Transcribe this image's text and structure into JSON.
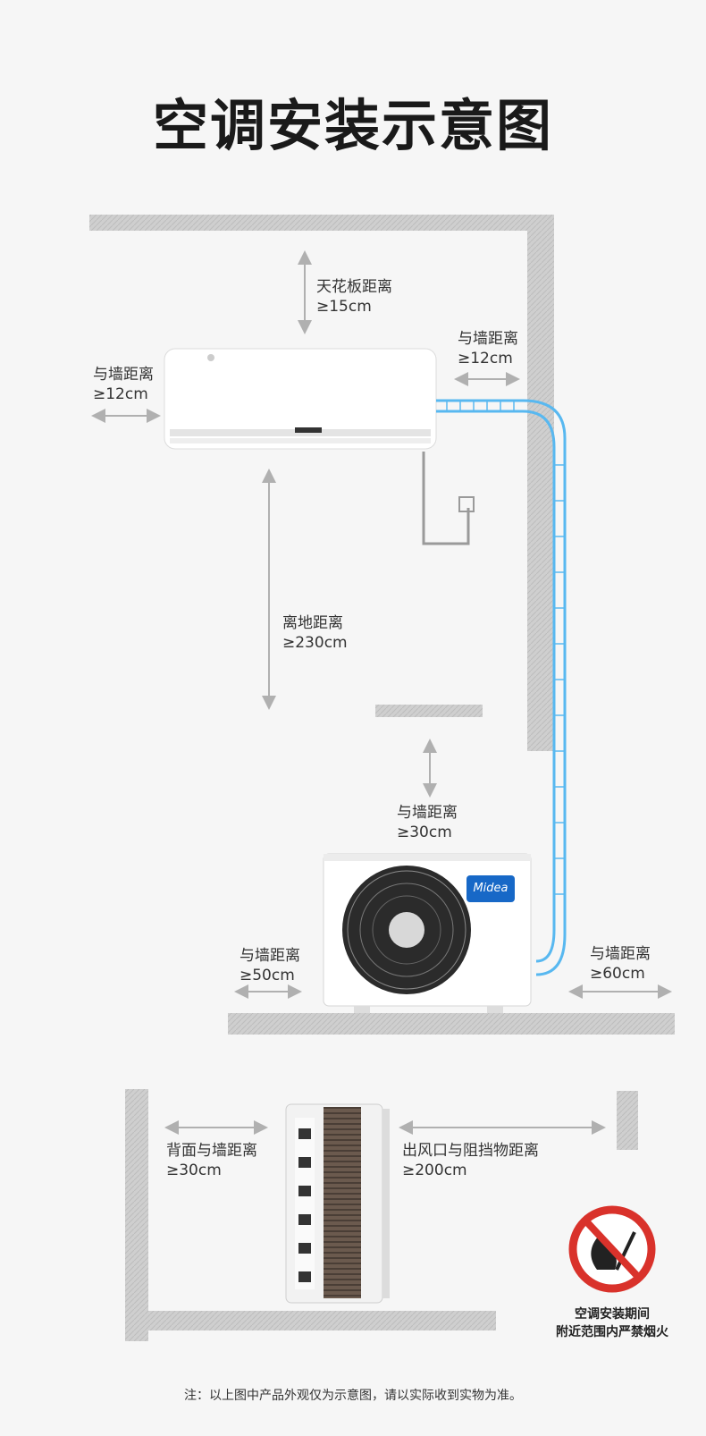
{
  "title": "空调安装示意图",
  "labels": {
    "ceiling": {
      "name": "天花板距离",
      "value": "≥15cm"
    },
    "indoor_right": {
      "name": "与墙距离",
      "value": "≥12cm"
    },
    "indoor_left": {
      "name": "与墙距离",
      "value": "≥12cm"
    },
    "floor": {
      "name": "离地距离",
      "value": "≥230cm"
    },
    "outdoor_top": {
      "name": "与墙距离",
      "value": "≥30cm"
    },
    "outdoor_left": {
      "name": "与墙距离",
      "value": "≥50cm"
    },
    "outdoor_right": {
      "name": "与墙距离",
      "value": "≥60cm"
    },
    "back": {
      "name": "背面与墙距离",
      "value": "≥30cm"
    },
    "outlet": {
      "name": "出风口与阻挡物距离",
      "value": "≥200cm"
    }
  },
  "warning": {
    "line1": "空调安装期间",
    "line2": "附近范围内严禁烟火"
  },
  "brand": "Midea",
  "note": "注：以上图中产品外观仅为示意图，请以实际收到实物为准。",
  "colors": {
    "wall": "#c8c8c8",
    "pipe": "#58b8f0",
    "prohibit": "#d9322b",
    "brand": "#1768c7"
  },
  "icons": [
    "arrow-icon",
    "no-fire-icon",
    "fan-icon"
  ]
}
